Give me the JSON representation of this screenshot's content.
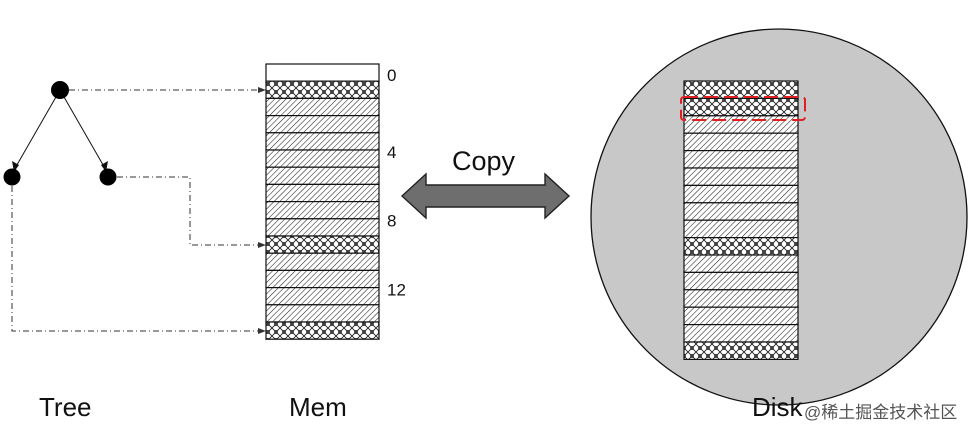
{
  "labels": {
    "tree": "Tree",
    "mem": "Mem",
    "disk": "Disk",
    "copy": "Copy",
    "watermark": "@稀土掘金技术社区"
  },
  "memory": {
    "indices": [
      "0",
      "4",
      "8",
      "12"
    ],
    "row_fills": [
      "empty",
      "cross",
      "hatch",
      "hatch",
      "hatch",
      "hatch",
      "hatch",
      "hatch",
      "hatch",
      "hatch",
      "cross",
      "hatch",
      "hatch",
      "hatch",
      "hatch",
      "cross"
    ]
  },
  "disk": {
    "row_fills": [
      "cross",
      "cross",
      "hatch",
      "hatch",
      "hatch",
      "hatch",
      "hatch",
      "hatch",
      "hatch",
      "cross",
      "hatch",
      "hatch",
      "hatch",
      "hatch",
      "hatch",
      "cross"
    ],
    "background": "#c8c8c8",
    "highlight_color": "#e02020"
  },
  "colors": {
    "arrow_fill": "#6e6e6e",
    "stroke": "#111111"
  }
}
